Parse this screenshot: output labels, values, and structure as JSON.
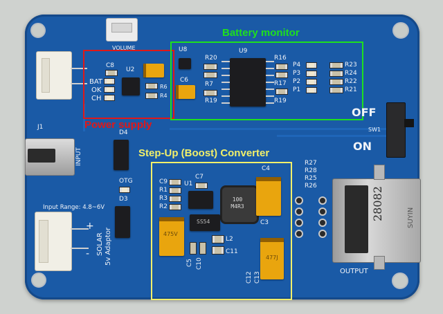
{
  "colors": {
    "board": "#1a5aa6",
    "board_dark": "#164d8f",
    "power_box": "#e01818",
    "battery_box": "#1ee01e",
    "boost_box": "#f2f06a"
  },
  "annotations": {
    "power_supply": "Power supply",
    "battery_monitor": "Battery monitor",
    "boost_converter": "Step-Up (Boost) Converter"
  },
  "silkscreen": {
    "volume": "VOLUME",
    "bat": "BAT",
    "ok": "OK",
    "ch": "CH",
    "j1": "J1",
    "input": "INPUT",
    "d4": "D4",
    "otg": "OTG",
    "d3": "D3",
    "input_range": "Input Range: 4.8~6V",
    "solar": "SOLAR",
    "adaptor": "5v Adaptor",
    "plus": "+",
    "minus": "-",
    "off": "OFF",
    "on": "ON",
    "sw1": "SW1",
    "output": "OUTPUT",
    "c8": "C8",
    "u2": "U2",
    "c6": "C6",
    "r4": "R4",
    "r6": "R6",
    "u8": "U8",
    "u9": "U9",
    "r20": "R20",
    "r7": "R7",
    "r19a": "R19",
    "r16": "R16",
    "r17": "R17",
    "r19b": "R19",
    "p4": "P4",
    "p3": "P3",
    "p2": "P2",
    "p1": "P1",
    "r23": "R23",
    "r24": "R24",
    "r22": "R22",
    "r21": "R21",
    "c9": "C9",
    "r1": "R1",
    "r3": "R3",
    "r2": "R2",
    "u1": "U1",
    "c7": "C7",
    "c4": "C4",
    "c3": "C3",
    "l2": "L2",
    "c5": "C5",
    "c10": "C10",
    "c11": "C11",
    "c12": "C12",
    "c13": "C13",
    "r27": "R27",
    "r28": "R28",
    "r25": "R25",
    "r26": "R26"
  },
  "part_markings": {
    "inductor": "100\nM4R3",
    "diode": "SS54",
    "usb_handwriting": "28082",
    "usb_brand": "SUYIN",
    "tant_big": "477J",
    "tant_left": "475V"
  }
}
